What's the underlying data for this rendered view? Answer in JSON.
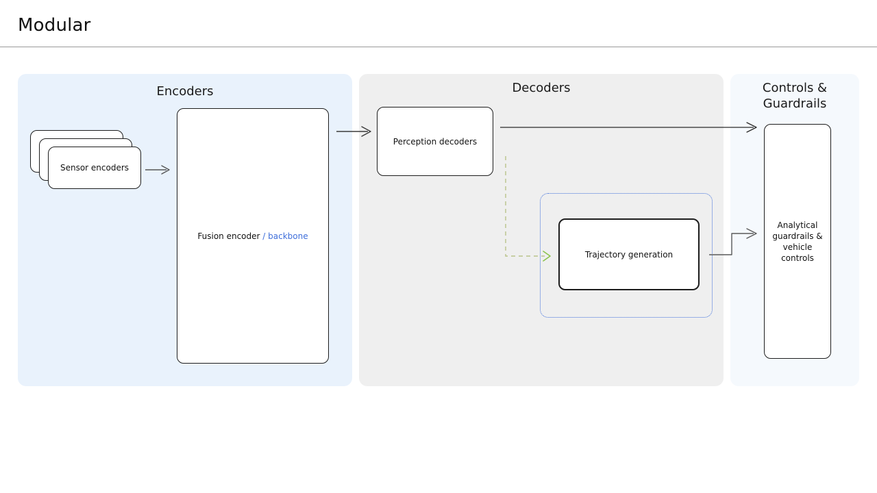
{
  "header": {
    "title": "Modular"
  },
  "panels": [
    {
      "id": "encoders",
      "title": "Encoders",
      "bg": "#e9f2fc"
    },
    {
      "id": "decoders",
      "title": "Decoders",
      "bg": "#efefef"
    },
    {
      "id": "controls",
      "title_line_1": "Controls &",
      "title_line_2": "Guardrails",
      "bg": "#f5f9fd"
    }
  ],
  "nodes": {
    "sensor_encoders": {
      "label": "Sensor encoders",
      "stack_count": 3
    },
    "fusion_encoder": {
      "label_main": "Fusion encoder",
      "label_accent": "/ backbone",
      "accent_color": "#3f6fdb"
    },
    "perception_decoders": {
      "label": "Perception decoders"
    },
    "trajectory_generation": {
      "label": "Trajectory generation",
      "group_border_color": "#3f6fdb",
      "group_border_style": "dotted"
    },
    "guardrails": {
      "line_1": "Analytical",
      "line_2": "guardrails &",
      "line_3": "vehicle",
      "line_4": "controls"
    }
  },
  "edges": [
    {
      "name": "sensor-to-fusion",
      "style": "solid",
      "color": "#555555"
    },
    {
      "name": "fusion-to-perception",
      "style": "solid",
      "color": "#3a3a3a"
    },
    {
      "name": "perception-to-guardrails",
      "style": "solid",
      "color": "#2a2a2a"
    },
    {
      "name": "perception-to-trajectory",
      "style": "dashed",
      "color": "#b9c48a"
    },
    {
      "name": "trajectory-to-guardrails",
      "style": "solid",
      "color": "#5a5a5a"
    }
  ]
}
